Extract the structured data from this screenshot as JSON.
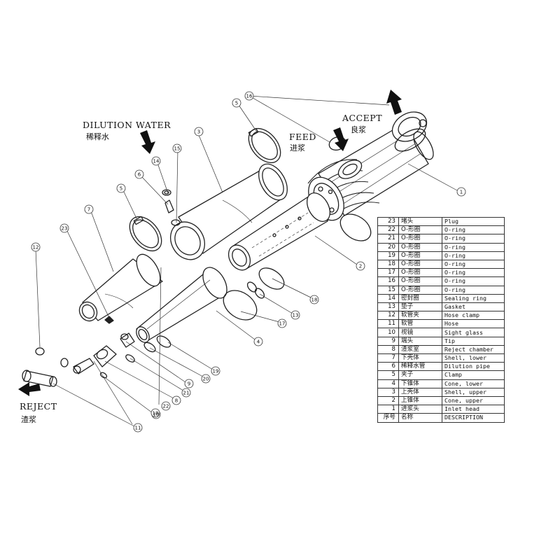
{
  "flow_labels": {
    "dilution_water_en": "DILUTION WATER",
    "dilution_water_zh": "稀释水",
    "feed_en": "FEED",
    "feed_zh": "进浆",
    "accept_en": "ACCEPT",
    "accept_zh": "良浆",
    "reject_en": "REJECT",
    "reject_zh": "渣浆"
  },
  "callouts": [
    "1",
    "2",
    "3",
    "4",
    "5",
    "5",
    "6",
    "7",
    "8",
    "9",
    "10",
    "11",
    "12",
    "13",
    "14",
    "15",
    "16",
    "17",
    "18",
    "18",
    "19",
    "20",
    "21",
    "22",
    "23"
  ],
  "parts_table": {
    "rows": [
      {
        "no": "23",
        "zh": "堵头",
        "en": "Plug"
      },
      {
        "no": "22",
        "zh": "O-形圈",
        "en": "O-ring"
      },
      {
        "no": "21",
        "zh": "O-形圈",
        "en": "O-ring"
      },
      {
        "no": "20",
        "zh": "O-形圈",
        "en": "O-ring"
      },
      {
        "no": "19",
        "zh": "O-形圈",
        "en": "O-ring"
      },
      {
        "no": "18",
        "zh": "O-形圈",
        "en": "O-ring"
      },
      {
        "no": "17",
        "zh": "O-形圈",
        "en": "O-ring"
      },
      {
        "no": "16",
        "zh": "O-形圈",
        "en": "O-ring"
      },
      {
        "no": "15",
        "zh": "O-形圈",
        "en": "O-ring"
      },
      {
        "no": "14",
        "zh": "密封圈",
        "en": "Sealing ring"
      },
      {
        "no": "13",
        "zh": "垫子",
        "en": "Gasket"
      },
      {
        "no": "12",
        "zh": "软管夹",
        "en": "Hose clamp"
      },
      {
        "no": "11",
        "zh": "软管",
        "en": "Hose"
      },
      {
        "no": "10",
        "zh": "视镜",
        "en": "Sight glass"
      },
      {
        "no": "9",
        "zh": "端头",
        "en": "Tip"
      },
      {
        "no": "8",
        "zh": "渣浆室",
        "en": "Reject chamber"
      },
      {
        "no": "7",
        "zh": "下壳体",
        "en": "Shell, lower"
      },
      {
        "no": "6",
        "zh": "稀释水管",
        "en": "Dilution pipe"
      },
      {
        "no": "5",
        "zh": "夹子",
        "en": "Clamp"
      },
      {
        "no": "4",
        "zh": "下锥体",
        "en": "Cone, lower"
      },
      {
        "no": "3",
        "zh": "上壳体",
        "en": "Shell, upper"
      },
      {
        "no": "2",
        "zh": "上锥体",
        "en": "Cone, upper"
      },
      {
        "no": "1",
        "zh": "进浆头",
        "en": "Inlet head"
      }
    ],
    "header": {
      "no": "序号",
      "zh": "名称",
      "en": "DESCRIPTION"
    }
  }
}
